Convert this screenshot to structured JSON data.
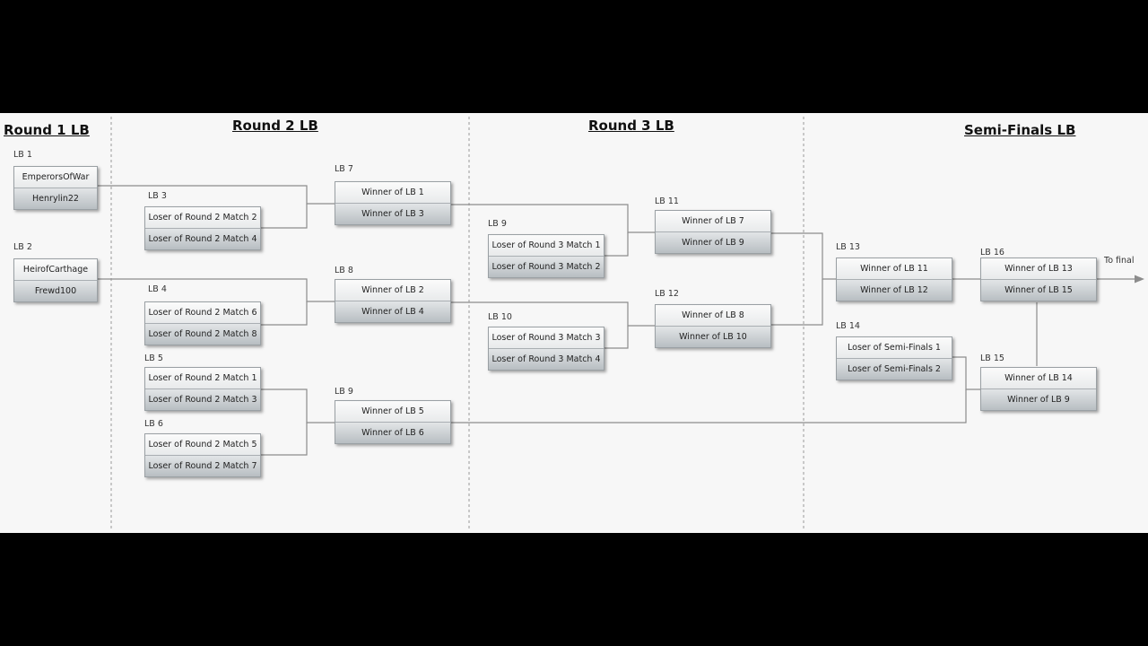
{
  "columns": {
    "round1": "Round 1 LB",
    "round2": "Round 2 LB",
    "round3": "Round 3 LB",
    "semis": "Semi-Finals LB"
  },
  "matches": {
    "lb1": {
      "label": "LB 1",
      "top": "EmperorsOfWar",
      "bottom": "Henrylin22"
    },
    "lb2": {
      "label": "LB 2",
      "top": "HeirofCarthage",
      "bottom": "Frewd100"
    },
    "lb3": {
      "label": "LB 3",
      "top": "Loser of Round 2 Match 2",
      "bottom": "Loser of Round 2 Match 4"
    },
    "lb4": {
      "label": "LB 4",
      "top": "Loser of Round 2 Match 6",
      "bottom": "Loser of Round 2 Match 8"
    },
    "lb5": {
      "label": "LB 5",
      "top": "Loser of Round 2 Match 1",
      "bottom": "Loser of Round 2 Match 3"
    },
    "lb6": {
      "label": "LB 6",
      "top": "Loser of Round 2 Match 5",
      "bottom": "Loser of Round 2 Match 7"
    },
    "lb7": {
      "label": "LB 7",
      "top": "Winner of LB 1",
      "bottom": "Winner of LB 3"
    },
    "lb8": {
      "label": "LB 8",
      "top": "Winner of LB 2",
      "bottom": "Winner of LB 4"
    },
    "lb9a": {
      "label": "LB 9",
      "top": "Winner of LB 5",
      "bottom": "Winner of LB 6"
    },
    "lb9b": {
      "label": "LB 9",
      "top": "Loser of Round 3 Match 1",
      "bottom": "Loser of Round 3 Match 2"
    },
    "lb10": {
      "label": "LB 10",
      "top": "Loser of Round 3 Match 3",
      "bottom": "Loser of Round 3 Match 4"
    },
    "lb11": {
      "label": "LB 11",
      "top": "Winner of LB 7",
      "bottom": "Winner of LB 9"
    },
    "lb12": {
      "label": "LB 12",
      "top": "Winner of LB 8",
      "bottom": "Winner of LB 10"
    },
    "lb13": {
      "label": "LB 13",
      "top": "Winner of LB 11",
      "bottom": "Winner of LB 12"
    },
    "lb14": {
      "label": "LB 14",
      "top": "Loser of Semi-Finals 1",
      "bottom": "Loser of Semi-Finals 2"
    },
    "lb15": {
      "label": "LB 15",
      "top": "Winner of LB 14",
      "bottom": "Winner of LB 9"
    },
    "lb16": {
      "label": "LB 16",
      "top": "Winner of LB 13",
      "bottom": "Winner of LB 15"
    }
  },
  "final_label": "To final",
  "colors": {
    "background": "#f7f7f7",
    "letterbox": "#000000",
    "connector": "#8c8c8c"
  }
}
